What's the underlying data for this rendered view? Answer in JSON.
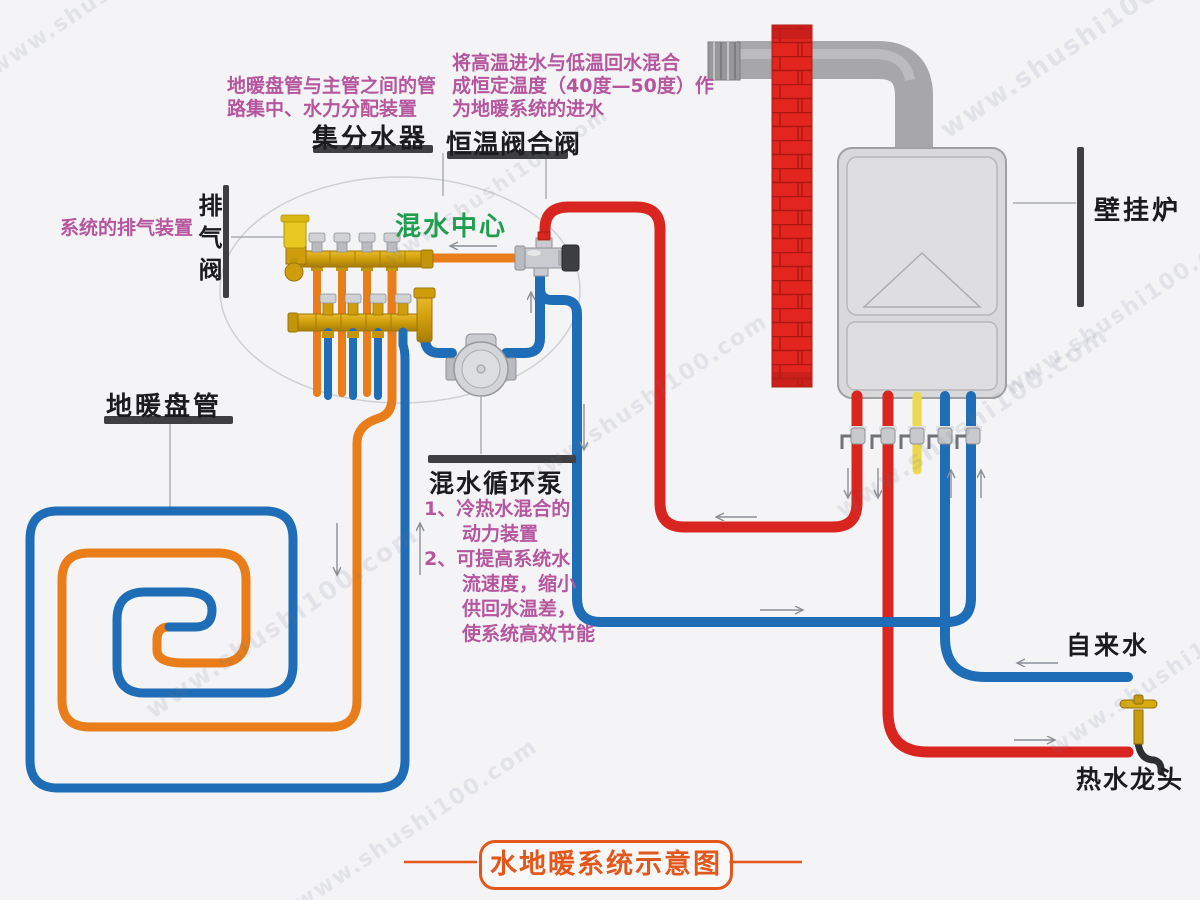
{
  "watermark": "www.shushi100.com",
  "title": "水地暖系统示意图",
  "labels": {
    "manifold": "集分水器",
    "mixing_valve": "恒温阀合阀",
    "air_vent": "排气阀",
    "mixing_center": "混水中心",
    "floor_coil": "地暖盘管",
    "pump": "混水循环泵",
    "boiler": "壁挂炉",
    "tap_water": "自来水",
    "hot_faucet": "热水龙头"
  },
  "annotations": {
    "manifold_note": [
      "地暖盘管与主管之间的管",
      "路集中、水力分配装置"
    ],
    "mixing_valve_note": [
      "将高温进水与低温回水混合",
      "成恒定温度（40度—50度）作",
      "为地暖系统的进水"
    ],
    "air_vent_note": "系统的排气装置",
    "pump_note": [
      "1、冷热水混合的",
      "动力装置",
      "2、可提高系统水",
      "流速度，缩小",
      "供回水温差，",
      "使系统高效节能"
    ]
  },
  "colors": {
    "supply_pipe_orange": "#e87d1a",
    "return_pipe_blue": "#1e6db6",
    "hot_pipe_red": "#d9251f",
    "gas_pipe_yellow": "#ecd94d",
    "brass": "#cf9d0c",
    "note_magenta": "#b5569f",
    "center_green": "#1f9e4f",
    "title_orange": "#e2571b"
  }
}
